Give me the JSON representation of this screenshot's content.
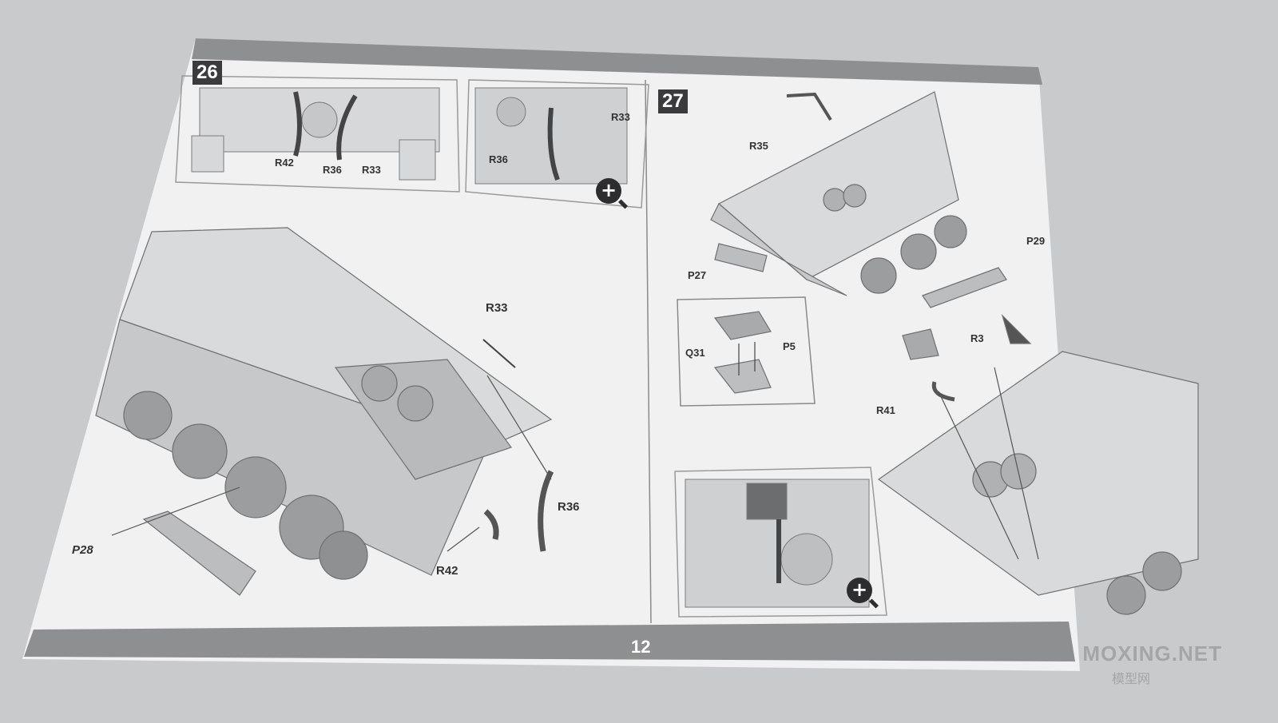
{
  "manual": {
    "page_number": "12",
    "watermark": "MOXING.NET",
    "watermark_sub": "模型网"
  },
  "step26": {
    "number": "26",
    "callout_left_labels": [
      "R42",
      "R36",
      "R33"
    ],
    "callout_right_labels": [
      "R33",
      "R36"
    ],
    "main_labels": [
      "R33",
      "R36",
      "R42",
      "P28"
    ]
  },
  "step27": {
    "number": "27",
    "top_labels": [
      "R35",
      "P27",
      "P29"
    ],
    "subassembly_labels": [
      "Q31",
      "P5"
    ],
    "lower_labels": [
      "R3",
      "R41"
    ]
  },
  "icons": {
    "zoom": "zoom-in-icon"
  },
  "colors": {
    "page": "#f1f1f1",
    "band": "#8e8f91",
    "step_badge": "#3b3b3d",
    "line_art": "#7a7b7d"
  }
}
